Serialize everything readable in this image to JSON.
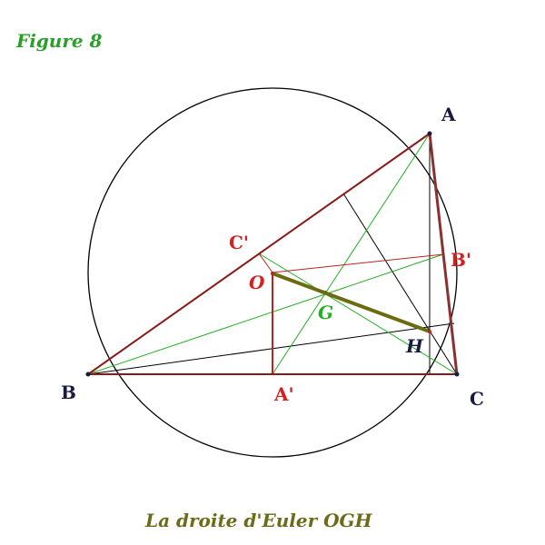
{
  "figure_title": "Figure 8",
  "caption": "La droite d'Euler  OGH",
  "points": {
    "A": "A",
    "B": "B",
    "C": "C",
    "A_prime": "A'",
    "B_prime": "B'",
    "C_prime": "C'",
    "O": "O",
    "G": "G",
    "H": "H"
  },
  "colors": {
    "title": "#2aa02a",
    "caption": "#6b6b1a",
    "triangle": "#8b1a1a",
    "midpoint_labels": "#d42020",
    "medians": "#20b020",
    "altitudes": "#000000",
    "bisectors": "#c02020",
    "euler_line": "#6b6b10",
    "vertex_labels": "#1a1a40"
  }
}
